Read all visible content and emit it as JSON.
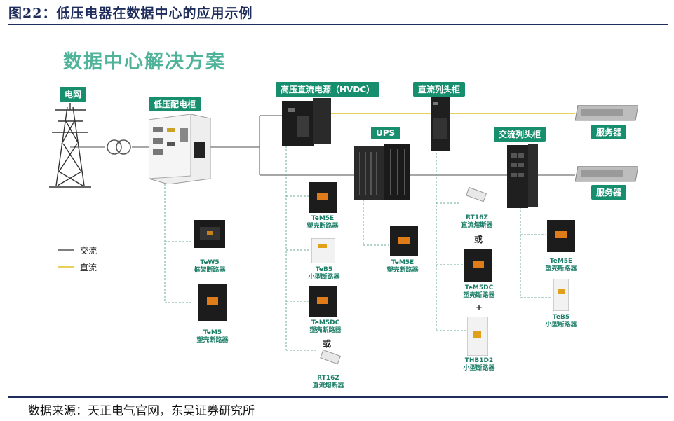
{
  "figure_title": "图22：低压电器在数据中心的应用示例",
  "source": "数据来源：天正电气官网，东吴证券研究所",
  "diagram_title": "数据中心解决方案",
  "tags": {
    "grid": "电网",
    "lv_cabinet": "低压配电柜",
    "hvdc": "高压直流电源（HVDC）",
    "dc_head": "直流列头柜",
    "ups": "UPS",
    "ac_head": "交流列头柜",
    "server1": "服务器",
    "server2": "服务器"
  },
  "legend": {
    "ac": "交流",
    "dc": "直流",
    "ac_color": "#555555",
    "dc_color": "#e6d25a"
  },
  "devices": {
    "tew5": {
      "model": "TeW5",
      "desc": "框架断路器"
    },
    "tem5": {
      "model": "TeM5",
      "desc": "塑壳断路器"
    },
    "hv_tem5e": {
      "model": "TeM5E",
      "desc": "塑壳断路器"
    },
    "hv_teb5": {
      "model": "TeB5",
      "desc": "小型断路器"
    },
    "hv_tem5dc": {
      "model": "TeM5DC",
      "desc": "塑壳断路器"
    },
    "hv_rt16z": {
      "model": "RT16Z",
      "desc": "直流熔断器"
    },
    "ups_tem5e": {
      "model": "TeM5E",
      "desc": "塑壳断路器"
    },
    "dc_rt16z": {
      "model": "RT16Z",
      "desc": "直流熔断器"
    },
    "dc_tem5dc": {
      "model": "TeM5DC",
      "desc": "塑壳断路器"
    },
    "dc_thb1d2": {
      "model": "THB1D2",
      "desc": "小型断路器"
    },
    "ac_tem5e": {
      "model": "TeM5E",
      "desc": "塑壳断路器"
    },
    "ac_teb5": {
      "model": "TeB5",
      "desc": "小型断路器"
    }
  },
  "connectors": {
    "or1": "或",
    "or2": "或",
    "plus": "+"
  }
}
